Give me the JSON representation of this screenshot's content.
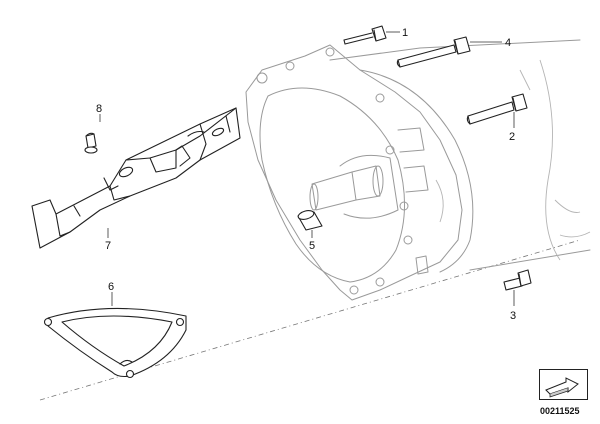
{
  "labels": {
    "bolt_top": "1",
    "bolt_long": "2",
    "bolt_small": "3",
    "bolt_long_top": "4",
    "sleeve": "5",
    "lower_cover": "6",
    "side_cover": "7",
    "screw": "8"
  },
  "catalog_number": "00211525",
  "icons": {
    "nav": "next-page-arrow-icon"
  }
}
